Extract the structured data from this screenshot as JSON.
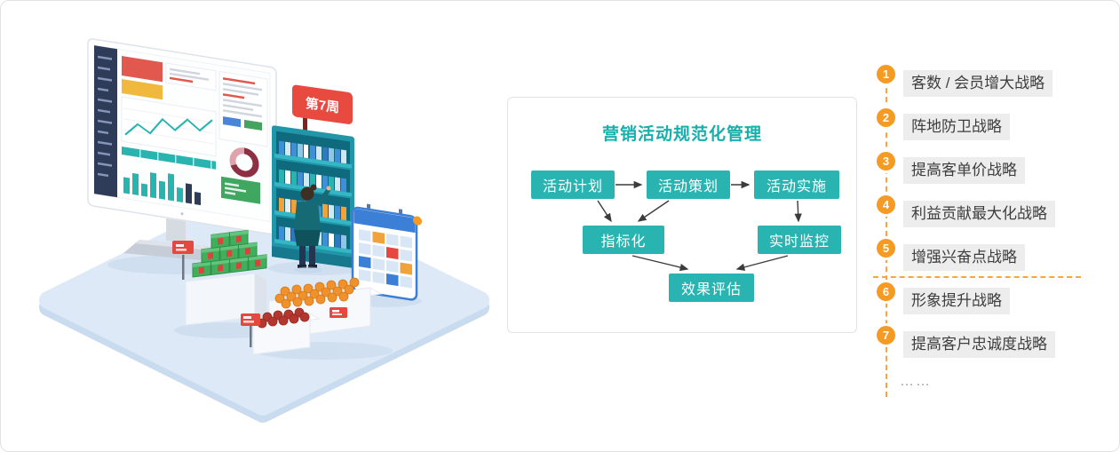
{
  "illustration": {
    "week_sign": "第7周"
  },
  "flowchart": {
    "title": "营销活动规范化管理",
    "accent_color": "#29b4b1",
    "nodes": {
      "plan": "活动计划",
      "planning": "活动策划",
      "implementation": "活动实施",
      "indicator": "指标化",
      "monitoring": "实时监控",
      "evaluation": "效果评估"
    }
  },
  "strategies": {
    "badge_color": "#f59a23",
    "line_color": "#f7a53c",
    "items": [
      {
        "number": "1",
        "label": "客数 / 会员增大战略"
      },
      {
        "number": "2",
        "label": "阵地防卫战略"
      },
      {
        "number": "3",
        "label": "提高客单价战略"
      },
      {
        "number": "4",
        "label": "利益贡献最大化战略"
      },
      {
        "number": "5",
        "label": "增强兴奋点战略"
      },
      {
        "number": "6",
        "label": "形象提升战略"
      },
      {
        "number": "7",
        "label": "提高客户忠诚度战略"
      }
    ],
    "ellipsis": "……"
  }
}
